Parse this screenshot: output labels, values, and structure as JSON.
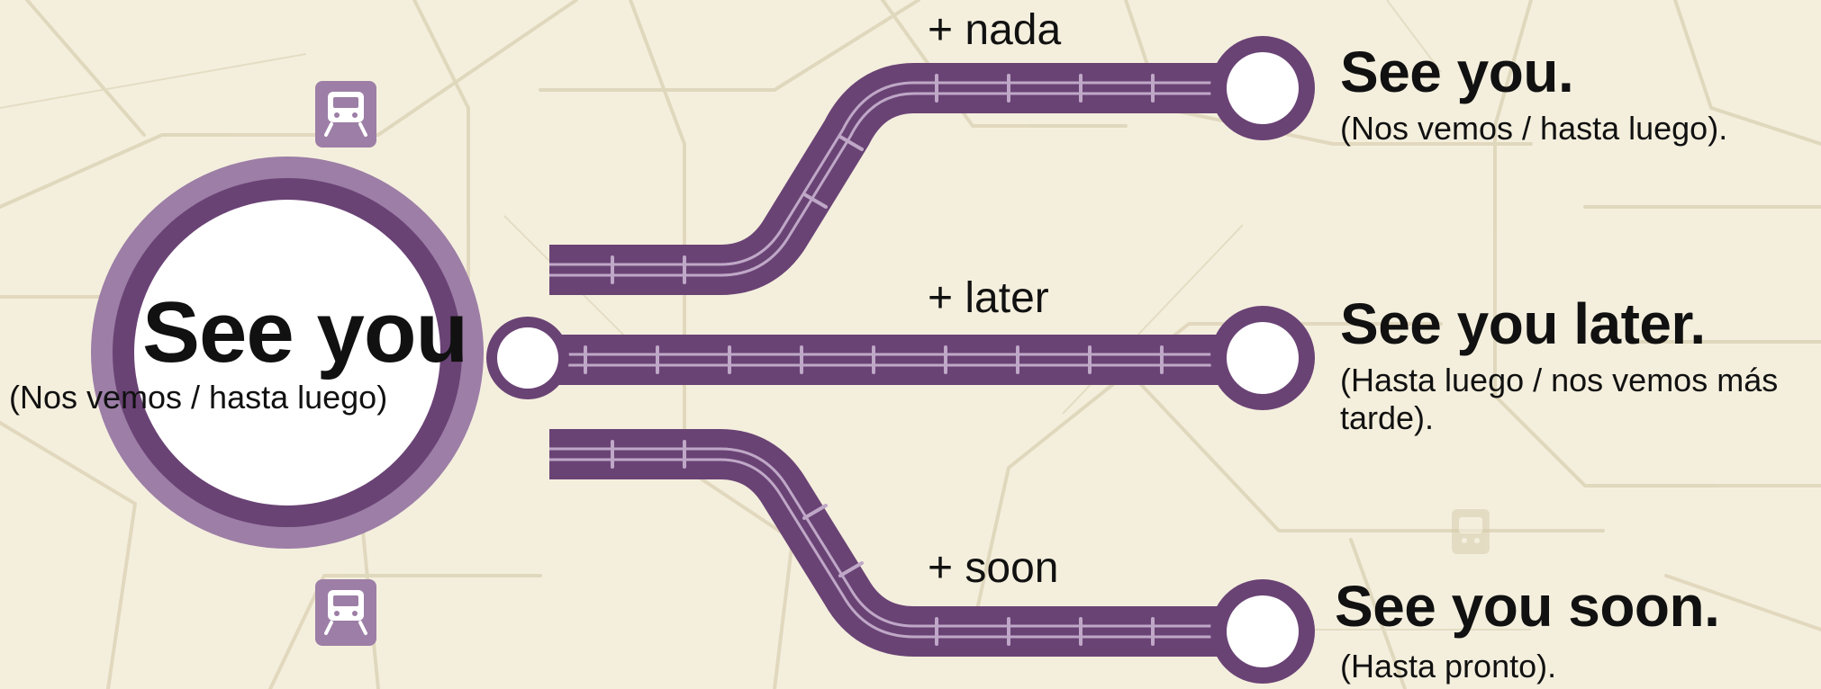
{
  "colors": {
    "background": "#f4efdd",
    "map_lines": "#d9d0b4",
    "track_dark": "#6a4375",
    "track_light": "#9c7ea6",
    "rail": "#c9b5cf",
    "station_fill": "#ffffff",
    "text": "#111111"
  },
  "hub": {
    "title": "See you",
    "subtitle": "(Nos vemos / hasta luego)",
    "icon_top": "train-icon",
    "icon_bottom": "train-icon"
  },
  "branches": [
    {
      "label": "+ nada",
      "destination_title": "See you.",
      "destination_subtitle": "(Nos vemos / hasta luego)."
    },
    {
      "label": "+ later",
      "destination_title": "See you later.",
      "destination_subtitle": "(Hasta luego / nos vemos más tarde)."
    },
    {
      "label": "+ soon",
      "destination_title": "See you soon.",
      "destination_subtitle": "(Hasta pronto)."
    }
  ],
  "background_icon": "train-icon"
}
